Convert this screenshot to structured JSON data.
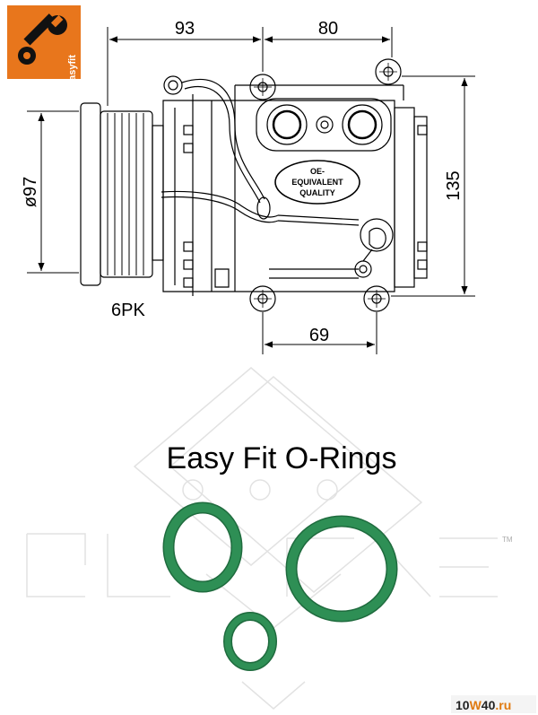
{
  "logo": {
    "text": "easyfit",
    "color": "#e8761c"
  },
  "dimensions": {
    "width_93": "93",
    "width_80": "80",
    "height_135": "135",
    "width_69": "69",
    "diameter_97": "ø97",
    "belt": "6PK"
  },
  "label_badge": {
    "line1": "OE-",
    "line2": "EQUIVALENT",
    "line3": "QUALITY"
  },
  "title": "Easy Fit O-Rings",
  "watermark": {
    "tm": "TM"
  },
  "source": {
    "prefix": "10",
    "mid": "W",
    "suffix": "40",
    "tld": ".ru"
  },
  "colors": {
    "oring": "#2e8f55",
    "oring_dark": "#1f6b3e",
    "line": "#000000",
    "watermark": "#dedede"
  }
}
